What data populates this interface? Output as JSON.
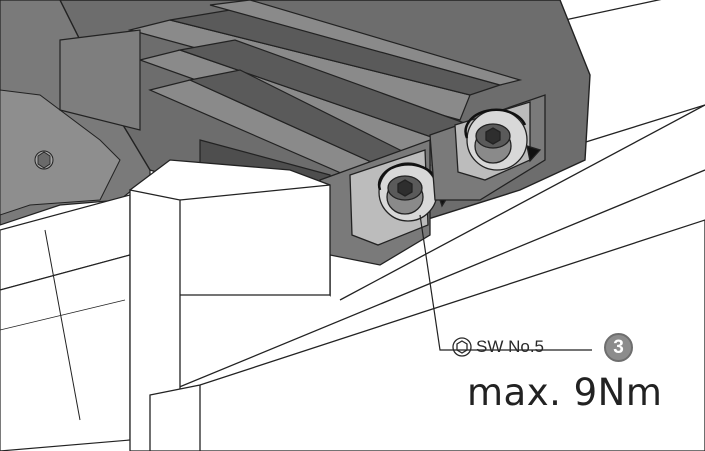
{
  "callout": {
    "tool_icon": "hex-socket-icon",
    "wrench_size": "SW No.5",
    "step_number": "3",
    "torque": "max. 9Nm"
  },
  "colors": {
    "housing": "#6d6d6d",
    "housing_dark": "#4e4e4e",
    "block_face": "#ffffff",
    "badge": "#8c8c8c"
  }
}
